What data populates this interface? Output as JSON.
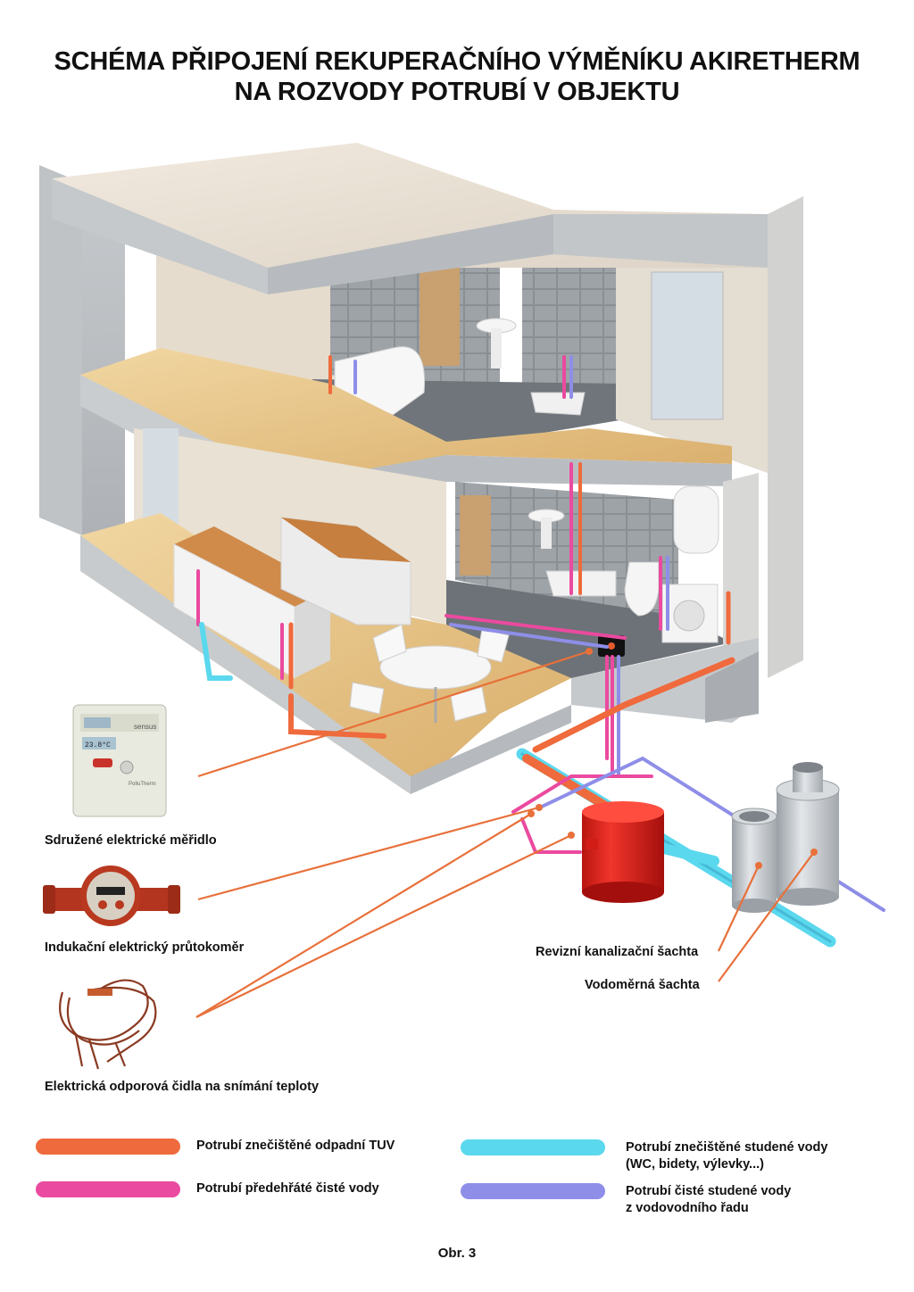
{
  "title": {
    "line1": "SCHÉMA PŘIPOJENÍ REKUPERAČNÍHO VÝMĚNÍKU AKIRETHERM",
    "line2": "NA ROZVODY POTRUBÍ V OBJEKTU"
  },
  "devices": {
    "meter_label": "Sdružené elektrické měřidlo",
    "meter_brand": "sensus",
    "meter_display": "23.8°C",
    "meter_model": "PolluTherm",
    "flowmeter_label": "Indukační elektrický průtokoměr",
    "sensor_label": "Elektrická odporová čidla na snímání teploty"
  },
  "shafts": {
    "inspection_label": "Revizní kanalizační šachta",
    "water_meter_label": "Vodoměrná šachta"
  },
  "legend": {
    "items": [
      {
        "text": "Potrubí znečištěné odpadní TUV",
        "color": "#ef6a3c"
      },
      {
        "text": "Potrubí předehřáté čisté vody",
        "color": "#ea4a9f"
      },
      {
        "text": "Potrubí znečištěné studené vody\n(WC, bidety, výlevky...)",
        "line1": "Potrubí znečištěné studené vody",
        "line2": "(WC, bidety, výlevky...)",
        "color": "#5ad8ee"
      },
      {
        "text": "Potrubí čisté studené vody\nz vodovodního řadu",
        "line1": "Potrubí čisté studené vody",
        "line2": "z vodovodního řadu",
        "color": "#8e8ee8"
      }
    ]
  },
  "colors": {
    "waste_hot": "#ef6a3c",
    "preheated": "#ea4a9f",
    "waste_cold": "#5ad8ee",
    "clean_cold": "#8e8ee8",
    "exchanger": "#e8221e",
    "floor_wood": "#e9c98e",
    "concrete": "#c9cdd0"
  },
  "figure_label": "Obr. 3"
}
